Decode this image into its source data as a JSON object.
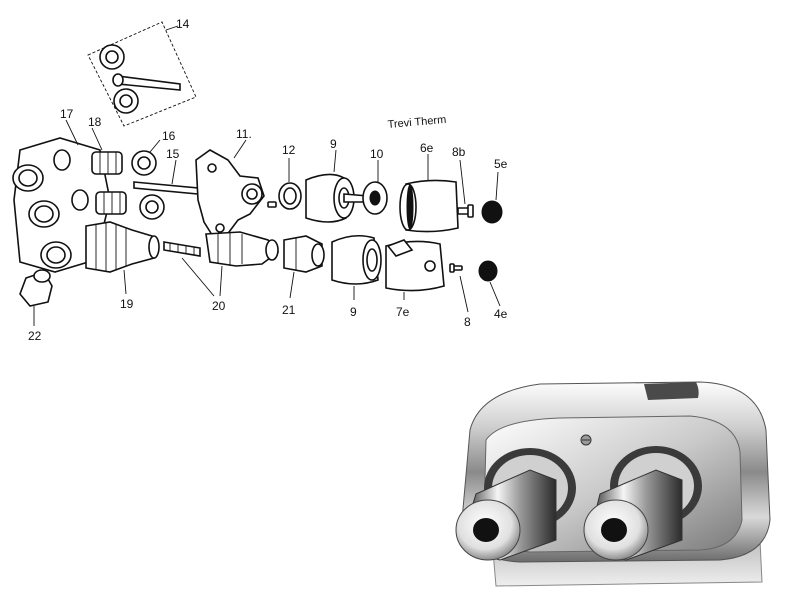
{
  "diagram": {
    "caption": "Trevi Therm",
    "labels": {
      "p14": "14",
      "p17": "17",
      "p18": "18",
      "p16": "16",
      "p15": "15",
      "p11": "11.",
      "p12": "12",
      "p9a": "9",
      "p10": "10",
      "p6e": "6e",
      "p8b": "8b",
      "p5e": "5e",
      "p19": "19",
      "p20": "20",
      "p21": "21",
      "p9b": "9",
      "p7e": "7e",
      "p8": "8",
      "p4e": "4e",
      "p22": "22"
    }
  },
  "colors": {
    "line": "#111111",
    "chrome_dark": "#2a2a2a",
    "chrome_light": "#f4f4f4",
    "background": "#ffffff"
  }
}
